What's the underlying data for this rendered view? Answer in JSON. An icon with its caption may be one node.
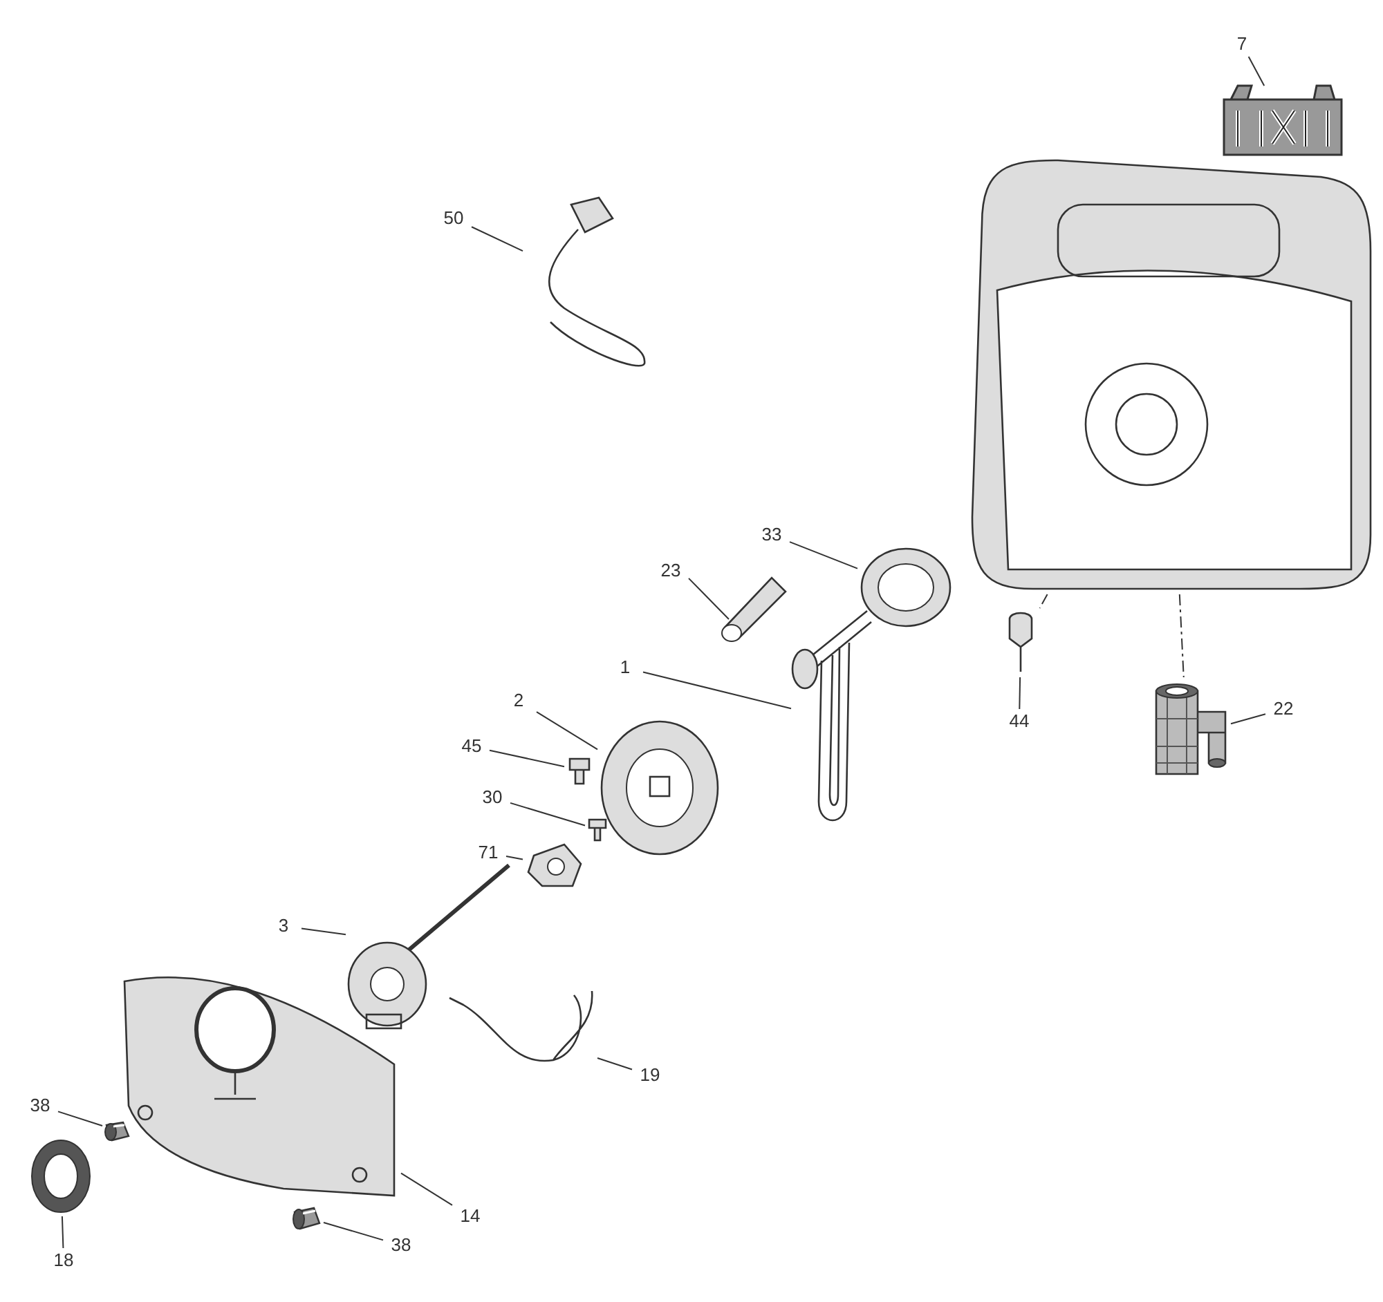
{
  "diagram": {
    "nodes": [
      {
        "text": [
          "7"
        ]
      },
      {
        "text": [
          "50"
        ]
      },
      {
        "text": [
          "33"
        ]
      },
      {
        "text": [
          "23"
        ]
      },
      {
        "text": [
          "1"
        ]
      },
      {
        "text": [
          "2"
        ]
      },
      {
        "text": [
          "45"
        ]
      },
      {
        "text": [
          "30"
        ]
      },
      {
        "text": [
          "71"
        ]
      },
      {
        "text": [
          "44"
        ]
      },
      {
        "text": [
          "22"
        ]
      },
      {
        "text": [
          "3"
        ]
      },
      {
        "text": [
          "19"
        ]
      },
      {
        "text": [
          "38"
        ]
      },
      {
        "text": [
          "38"
        ]
      },
      {
        "text": [
          "14"
        ]
      },
      {
        "text": [
          "18"
        ]
      },
      {
        "text": [],
        "shape": "picture"
      },
      {
        "text": [],
        "shape": "picture"
      },
      {
        "text": [],
        "shape": "picture"
      },
      {
        "text": [],
        "shape": "picture"
      },
      {
        "text": [],
        "shape": "picture"
      },
      {
        "text": [],
        "shape": "picture"
      },
      {
        "text": [],
        "shape": "picture"
      },
      {
        "text": [],
        "shape": "picture"
      },
      {
        "text": [],
        "shape": "picture"
      },
      {
        "text": [],
        "shape": "picture"
      },
      {
        "text": [],
        "shape": "picture"
      },
      {
        "text": [],
        "shape": "picture"
      },
      {
        "text": [],
        "shape": "picture"
      },
      {
        "text": [],
        "shape": "picture"
      },
      {
        "text": [],
        "shape": "picture"
      },
      {
        "text": [],
        "shape": "picture"
      },
      {
        "text": [],
        "shape": "picture"
      },
      {
        "text": [],
        "shape": "picture"
      }
    ],
    "edges": [
      {
        "from": 0,
        "to": 17,
        "arrow": "none"
      },
      {
        "from": 1,
        "to": 18,
        "arrow": "none"
      },
      {
        "from": 2,
        "to": 19,
        "arrow": "none"
      },
      {
        "from": 3,
        "to": 20,
        "arrow": "none"
      },
      {
        "from": 4,
        "to": 21,
        "arrow": "none"
      },
      {
        "from": 5,
        "to": 22,
        "arrow": "none"
      },
      {
        "from": 6,
        "to": 23,
        "arrow": "none"
      },
      {
        "from": 7,
        "to": 24,
        "arrow": "none"
      },
      {
        "from": 8,
        "to": 25,
        "arrow": "none"
      },
      {
        "from": 9,
        "to": 26,
        "arrow": "none"
      },
      {
        "from": 10,
        "to": 27,
        "arrow": "none"
      },
      {
        "from": 11,
        "to": 28,
        "arrow": "none"
      },
      {
        "from": 12,
        "to": 29,
        "arrow": "none"
      },
      {
        "from": 13,
        "to": 31,
        "arrow": "none"
      },
      {
        "from": 14,
        "to": 32,
        "arrow": "none"
      },
      {
        "from": 15,
        "to": 30,
        "arrow": "none"
      },
      {
        "from": 16,
        "to": 33,
        "arrow": "none"
      },
      {
        "from": 34,
        "to": 26,
        "arrow": "none",
        "style": "dashed"
      },
      {
        "from": 34,
        "to": 27,
        "arrow": "none",
        "style": "dashed"
      }
    ]
  }
}
